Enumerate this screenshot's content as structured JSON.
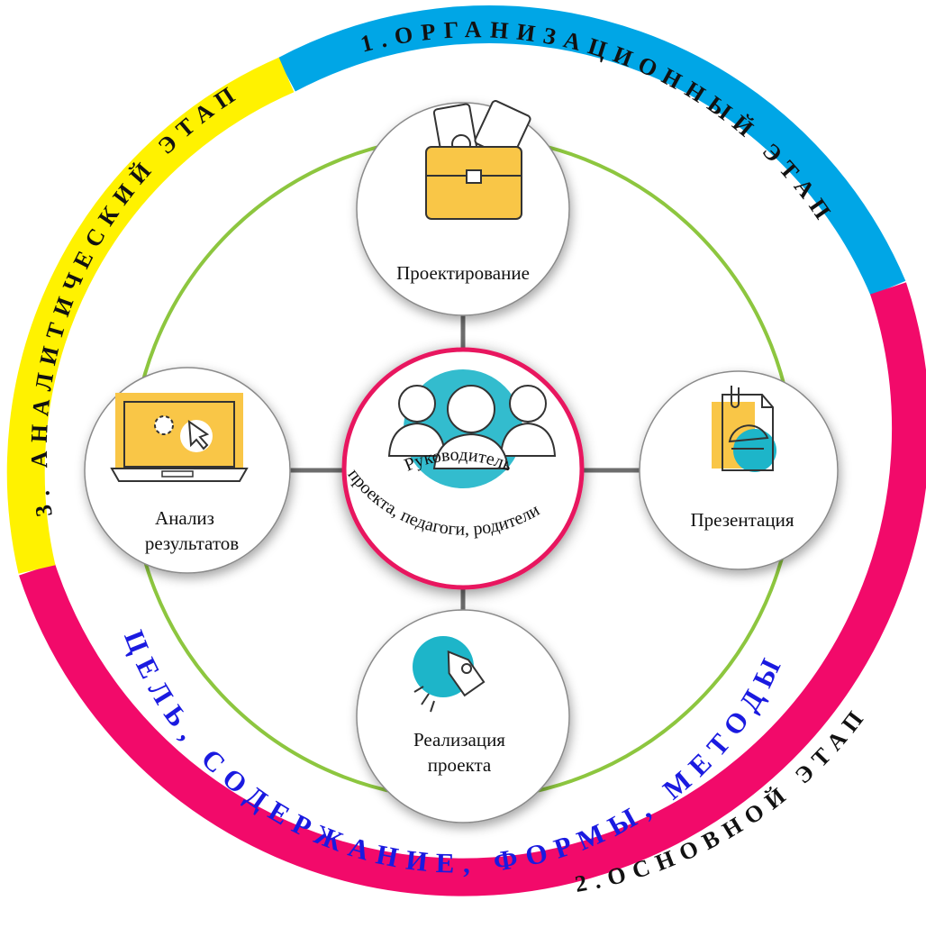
{
  "colors": {
    "stage1": "#00a6e6",
    "stage2": "#f20a6a",
    "stage3": "#fff200",
    "ring": "#8dc63f",
    "spoke": "#6d6d6d",
    "goal_text": "#1a1ae0",
    "center_border": "#e8185f",
    "accent_yellow": "#f9c647",
    "accent_teal": "#1db5c9"
  },
  "stages": {
    "stage1": "1.ОРГАНИЗАЦИОННЫЙ ЭТАП",
    "stage2": "2.ОСНОВНОЙ ЭТАП",
    "stage3": "3. АНАЛИТИЧЕСКИЙ ЭТАП"
  },
  "goal": "ЦЕЛЬ, СОДЕРЖАНИЕ, ФОРМЫ, МЕТОДЫ",
  "center": {
    "line1": "Руководитель",
    "line2": "проекта, педагоги, родители",
    "icon": "team-icon"
  },
  "nodes": {
    "design": {
      "label": "Проектирование",
      "icon": "briefcase-icon"
    },
    "presentation": {
      "label": "Презентация",
      "icon": "document-chart-icon"
    },
    "implementation": {
      "line1": "Реализация",
      "line2": "проекта",
      "icon": "rocket-icon"
    },
    "analysis": {
      "line1": "Анализ",
      "line2": "результатов",
      "icon": "laptop-gear-icon"
    }
  }
}
